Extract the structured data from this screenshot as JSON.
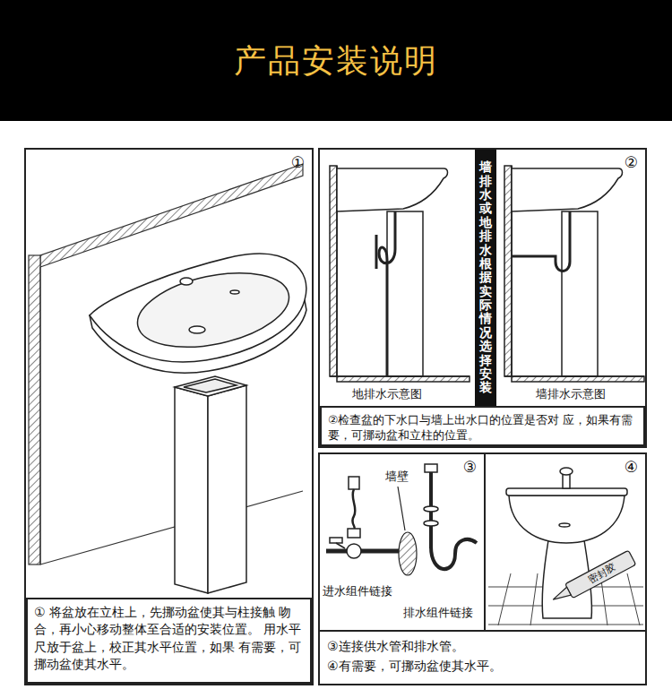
{
  "diagram": {
    "title": "产品安装说明",
    "nodes": [
      {
        "text": [
          "①"
        ]
      },
      {
        "text": [
          "① 将盆放在立柱上，先挪动盆使其与柱接触 吻合，再小心移动整体至合适的安装位置。 用水平尺放于盆上，校正其水平位置，如果 有需要，可挪动盆使其水平。"
        ],
        "in": 0
      },
      {
        "text": [
          "②"
        ]
      },
      {
        "text": [
          "墙排水或地排水根据实际情况选择安装"
        ],
        "in": 2
      },
      {
        "text": [
          "②检查盆的下水口与墙上出水口的位置是否对 应，如果有需要，可挪动盆和立柱的位置。"
        ],
        "in": 2
      },
      {
        "text": [
          "③"
        ]
      },
      {
        "text": [
          "④"
        ]
      },
      {
        "text": [
          "③连接供水管和排水管。",
          "④有需要，可挪动盆使其水平。"
        ]
      }
    ],
    "labels": [
      "地排水示意图",
      "墙排水示意图",
      "墙壁",
      "进水组件链接",
      "排水组件链接",
      "密封胶"
    ]
  }
}
